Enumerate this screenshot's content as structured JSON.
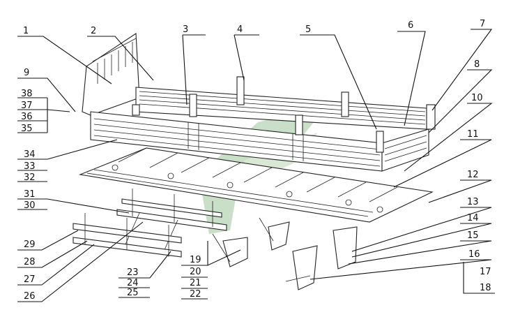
{
  "diagram": {
    "watermark_color": "#9fc59a",
    "callouts": [
      "1",
      "2",
      "3",
      "4",
      "5",
      "6",
      "7",
      "8",
      "9",
      "10",
      "11",
      "12",
      "13",
      "14",
      "15",
      "16",
      "17",
      "18",
      "19",
      "20",
      "21",
      "22",
      "23",
      "24",
      "25",
      "26",
      "27",
      "28",
      "29",
      "30",
      "31",
      "32",
      "33",
      "34",
      "35",
      "36",
      "37",
      "38"
    ]
  }
}
